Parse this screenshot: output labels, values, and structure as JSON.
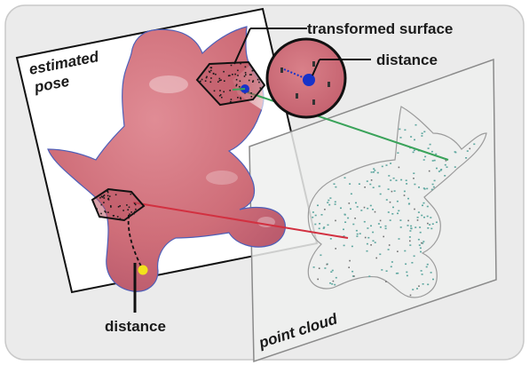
{
  "labels": {
    "estimated_pose_line1": "estimated",
    "estimated_pose_line2": "pose",
    "transformed_surface": "transformed surface",
    "distance_top": "distance",
    "distance_bottom": "distance",
    "point_cloud": "point cloud"
  },
  "colors": {
    "background_panel": "#ebebeb",
    "cat_body": "#cf6e79",
    "cat_outline": "#4e5fb8",
    "green_link": "#3aa35a",
    "red_link": "#d23040",
    "blue_point": "#1733c9",
    "yellow_point": "#f2e21c",
    "cloud_points": "#5fa7a0"
  },
  "icons": [
    "magnifier-circle",
    "triangle-patch",
    "polygon-patch"
  ]
}
